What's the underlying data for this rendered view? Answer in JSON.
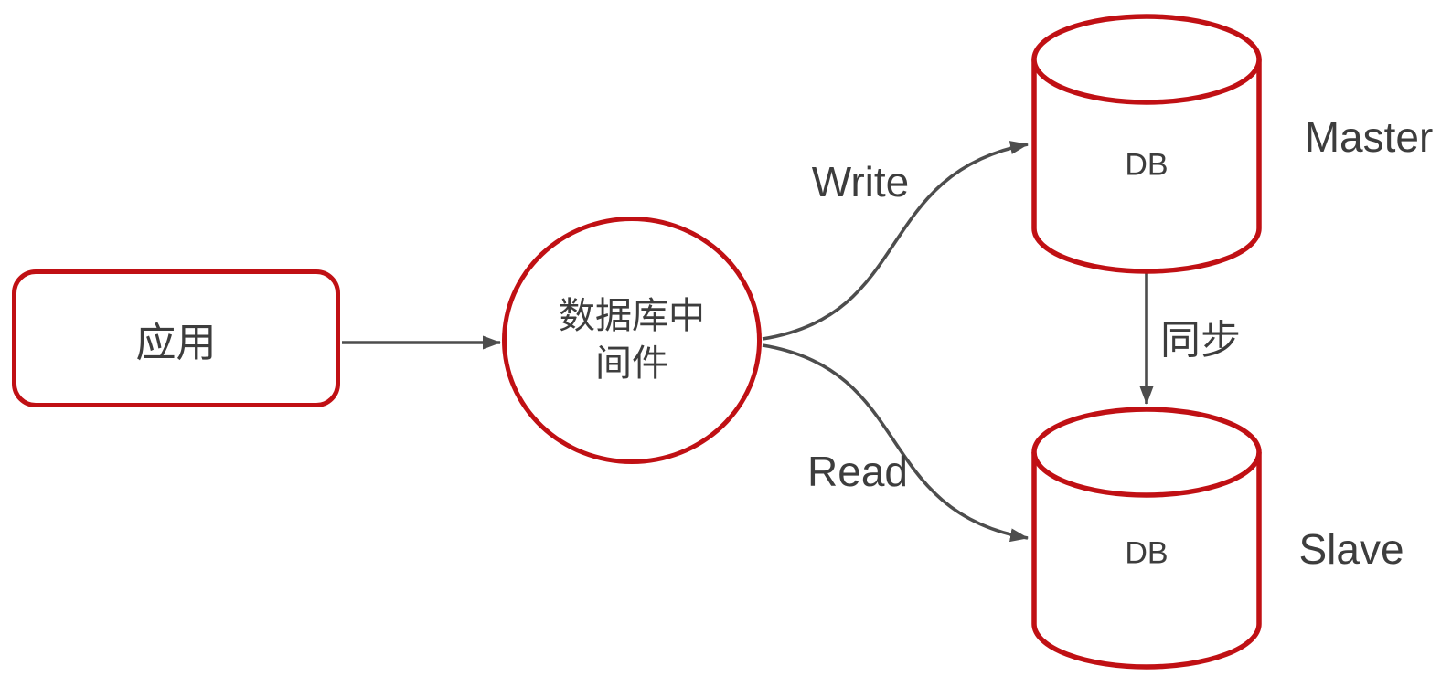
{
  "diagram": {
    "title": "database-middleware-read-write-splitting",
    "colors": {
      "shape_border": "#c01014",
      "connector": "#4d4d4d",
      "text": "#3d3d3d",
      "background": "#ffffff"
    },
    "nodes": {
      "app": {
        "label": "应用"
      },
      "middleware": {
        "label_line1": "数据库中",
        "label_line2": "间件"
      },
      "master": {
        "db_label": "DB",
        "role_label": "Master"
      },
      "slave": {
        "db_label": "DB",
        "role_label": "Slave"
      }
    },
    "edges": {
      "write": {
        "label": "Write"
      },
      "read": {
        "label": "Read"
      },
      "sync": {
        "label": "同步"
      }
    }
  }
}
